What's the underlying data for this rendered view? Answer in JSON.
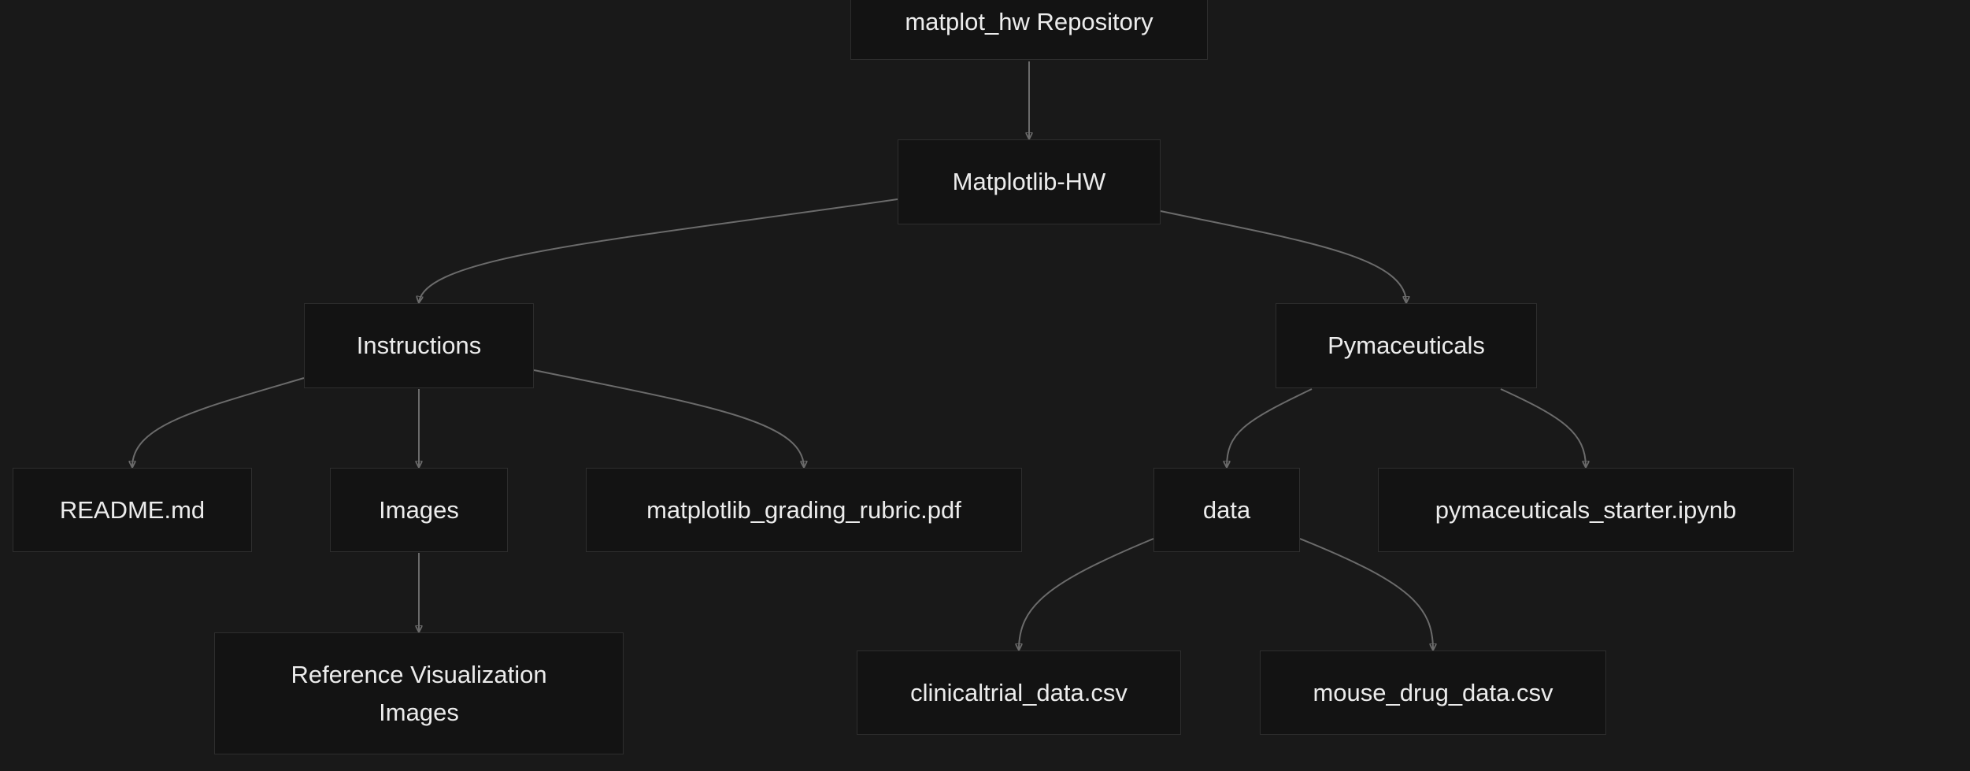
{
  "diagram": {
    "nodes": {
      "repo": "matplot_hw Repository",
      "matplotlib_hw": "Matplotlib-HW",
      "instructions": "Instructions",
      "pymaceuticals": "Pymaceuticals",
      "readme": "README.md",
      "images": "Images",
      "rubric": "matplotlib_grading_rubric.pdf",
      "data": "data",
      "starter": "pymaceuticals_starter.ipynb",
      "reference_images": "Reference Visualization Images",
      "clinicaltrial": "clinicaltrial_data.csv",
      "mouse_drug": "mouse_drug_data.csv"
    },
    "edges": [
      [
        "repo",
        "matplotlib_hw"
      ],
      [
        "matplotlib_hw",
        "instructions"
      ],
      [
        "matplotlib_hw",
        "pymaceuticals"
      ],
      [
        "instructions",
        "readme"
      ],
      [
        "instructions",
        "images"
      ],
      [
        "instructions",
        "rubric"
      ],
      [
        "images",
        "reference_images"
      ],
      [
        "pymaceuticals",
        "data"
      ],
      [
        "pymaceuticals",
        "starter"
      ],
      [
        "data",
        "clinicaltrial"
      ],
      [
        "data",
        "mouse_drug"
      ]
    ],
    "colors": {
      "background": "#191919",
      "node_fill": "#131313",
      "node_border": "#2e2e2e",
      "edge": "#6b6b6b",
      "text": "#ececec"
    }
  }
}
